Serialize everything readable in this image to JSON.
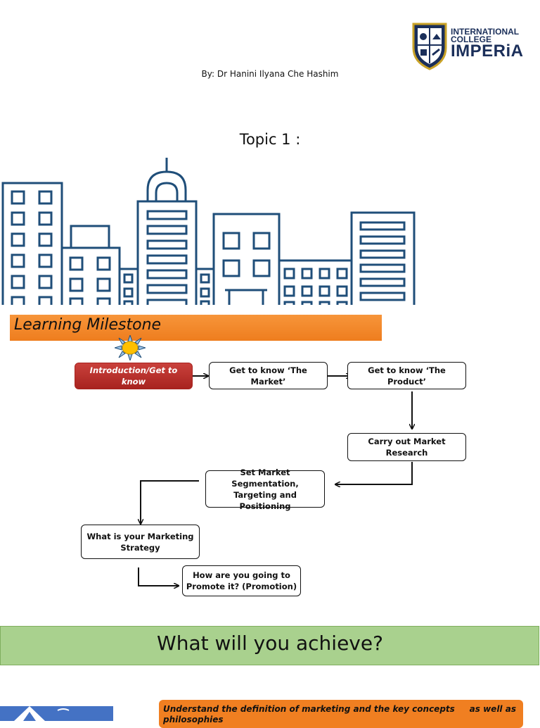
{
  "header": {
    "logo": {
      "line1": "INTERNATIONAL",
      "line2": "COLLEGE",
      "line3": "IMPERiA"
    },
    "author": "By: Dr Hanini Ilyana Che Hashim",
    "topic": "Topic 1 :"
  },
  "milestone": {
    "title": "Learning Milestone",
    "steps": [
      "Introduction/Get to know",
      "Get to know ‘The Market’",
      "Get to know ‘The Product’",
      "Carry out Market Research",
      "Set Market Segmentation, Targeting and Positioning",
      "What is your Marketing Strategy",
      "How are you going to Promote it? (Promotion)"
    ]
  },
  "achieve": {
    "title": "What will you achieve?"
  },
  "objectives": {
    "first": "Understand the definition of marketing and the key concepts     as well as\nphilosophies"
  },
  "colors": {
    "navy": "#1f4e79",
    "orange": "#f08a28",
    "red": "#b52d29",
    "green": "#a9d18e"
  }
}
